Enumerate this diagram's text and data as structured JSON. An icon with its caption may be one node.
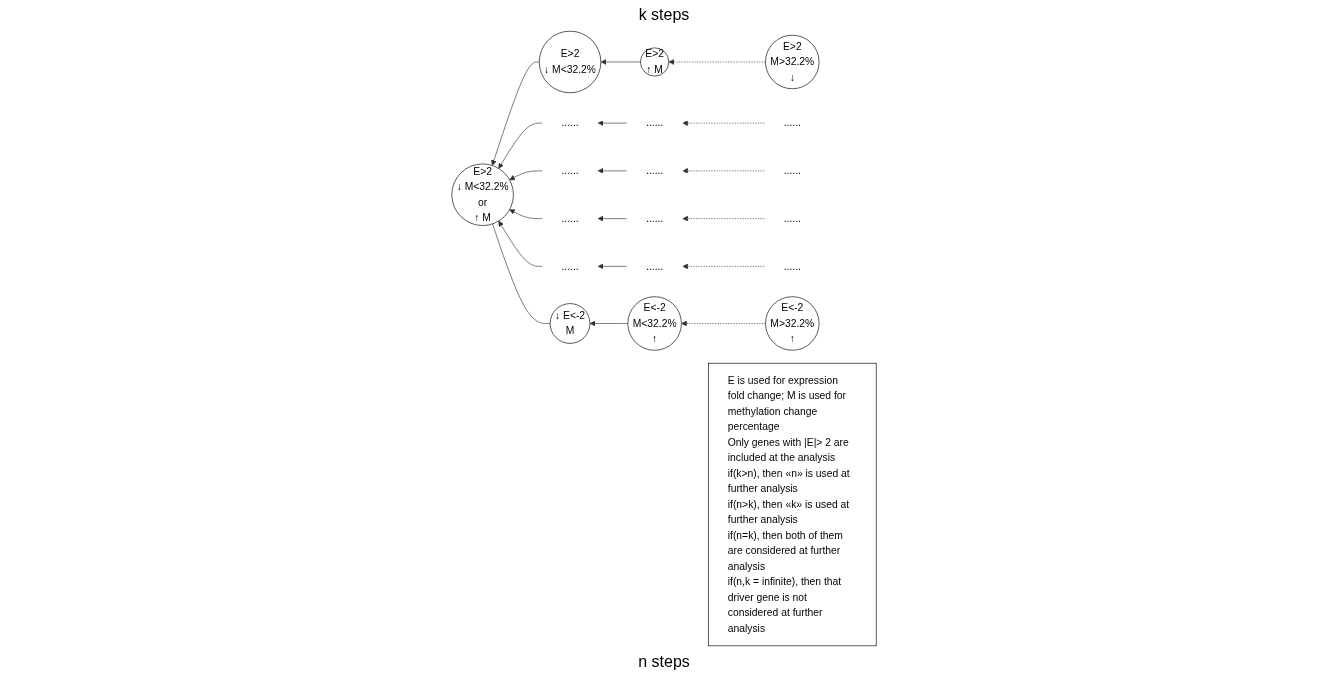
{
  "diagram": {
    "nodes": [
      {
        "text": [
          "E>2",
          "↓ M<32.2%"
        ]
      },
      {
        "text": [
          "E>2",
          "↑ M"
        ]
      },
      {
        "text": [
          "E>2",
          "M>32.2%",
          "↓"
        ]
      },
      {
        "text": [
          "E>2",
          "↓ M<32.2%",
          "or",
          "↑ M"
        ]
      },
      {
        "text": [
          "......"
        ]
      },
      {
        "text": [
          "......"
        ]
      },
      {
        "text": [
          "......"
        ]
      },
      {
        "text": [
          "......"
        ]
      },
      {
        "text": [
          "......"
        ]
      },
      {
        "text": [
          "......"
        ]
      },
      {
        "text": [
          "......"
        ]
      },
      {
        "text": [
          "......"
        ]
      },
      {
        "text": [
          "......"
        ]
      },
      {
        "text": [
          "......"
        ]
      },
      {
        "text": [
          "......"
        ]
      },
      {
        "text": [
          "......"
        ]
      },
      {
        "text": [
          "↓ E<-2",
          "M"
        ]
      },
      {
        "text": [
          "E<-2",
          "M<32.2%",
          "↑"
        ]
      },
      {
        "text": [
          "E<-2",
          "M>32.2%",
          "↑"
        ]
      },
      {
        "text": [
          "E is used for expression fold change; M is used for methylation change percentage",
          "Only genes with |E|> 2 are included at the analysis",
          "if(k>n), then «n» is used at further analysis",
          "if(n>k), then «k» is used at further analysis",
          "if(n=k), then both of them are considered at further analysis",
          "if(n,k = infinite), then that driver gene is not considered at further analysis"
        ]
      }
    ],
    "edges": [
      {
        "from": 1,
        "to": 0,
        "arrow": "to"
      },
      {
        "from": 2,
        "to": 1,
        "arrow": "to",
        "style": "dashed"
      },
      {
        "from": 0,
        "to": 3,
        "arrow": "to"
      },
      {
        "from": 4,
        "to": 3,
        "arrow": "to"
      },
      {
        "from": 5,
        "to": 4,
        "arrow": "to"
      },
      {
        "from": 6,
        "to": 5,
        "arrow": "to",
        "style": "dashed"
      },
      {
        "from": 7,
        "to": 3,
        "arrow": "to"
      },
      {
        "from": 8,
        "to": 7,
        "arrow": "to"
      },
      {
        "from": 9,
        "to": 8,
        "arrow": "to",
        "style": "dashed"
      },
      {
        "from": 10,
        "to": 3,
        "arrow": "to"
      },
      {
        "from": 11,
        "to": 10,
        "arrow": "to"
      },
      {
        "from": 12,
        "to": 11,
        "arrow": "to",
        "style": "dashed"
      },
      {
        "from": 13,
        "to": 3,
        "arrow": "to"
      },
      {
        "from": 14,
        "to": 13,
        "arrow": "to"
      },
      {
        "from": 15,
        "to": 14,
        "arrow": "to",
        "style": "dashed"
      },
      {
        "from": 17,
        "to": 16,
        "arrow": "to"
      },
      {
        "from": 18,
        "to": 17,
        "arrow": "to",
        "style": "dashed"
      },
      {
        "from": 16,
        "to": 3,
        "arrow": "none"
      }
    ],
    "labels": [
      "k steps",
      "n steps"
    ]
  }
}
